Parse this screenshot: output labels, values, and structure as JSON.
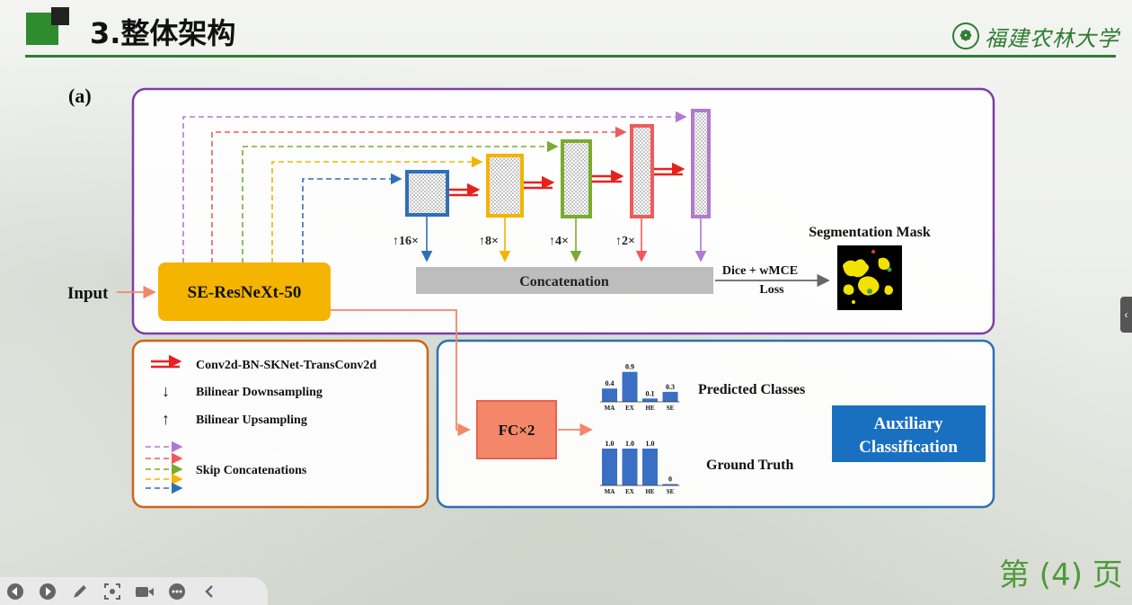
{
  "header": {
    "title": "3.整体架构",
    "university": "福建农林大学",
    "emblem_glyph": "❁",
    "accent_color": "#2e7d32"
  },
  "figure": {
    "panel_label": "(a)",
    "input_label": "Input",
    "backbone_label": "SE-ResNeXt-50",
    "concat_label": "Concatenation",
    "scale_labels": [
      "↑16×",
      "↑8×",
      "↑4×",
      "↑2×"
    ],
    "loss_line1": "Dice + wMCE",
    "loss_line2": "Loss",
    "mask_title": "Segmentation Mask",
    "legend": {
      "conv_label": "Conv2d-BN-SKNet-TransConv2d",
      "down_label": "Bilinear Downsampling",
      "up_label": "Bilinear Upsampling",
      "skip_label": "Skip Concatenations",
      "down_symbol": "↓",
      "up_symbol": "↑"
    },
    "fc_label": "FC×2",
    "predicted_label": "Predicted Classes",
    "truth_label": "Ground Truth",
    "aux_line1": "Auxiliary",
    "aux_line2": "Classification",
    "colors": {
      "purple": "#7b3fa6",
      "blue": "#2e6fb8",
      "yellow": "#f4b400",
      "green": "#7aab2f",
      "red": "#f05a5a",
      "violet": "#b07ad0",
      "orange_border": "#c8661c",
      "backbone": "#f4b400",
      "fc_fill": "#f4866a"
    }
  },
  "chart_data": [
    {
      "type": "bar",
      "categories": [
        "MA",
        "EX",
        "HE",
        "SE"
      ],
      "values": [
        0.4,
        0.9,
        0.1,
        0.3
      ],
      "labels": [
        "0.4",
        "0.9",
        "0.1",
        "0.3"
      ],
      "ylim": [
        0,
        1
      ]
    },
    {
      "type": "bar",
      "categories": [
        "MA",
        "EX",
        "HE",
        "SE"
      ],
      "values": [
        1.0,
        1.0,
        1.0,
        0
      ],
      "labels": [
        "1.0",
        "1.0",
        "1.0",
        "0"
      ],
      "ylim": [
        0,
        1
      ]
    }
  ],
  "page": {
    "label": "第 (4) 页"
  },
  "toolbar": {
    "icons": [
      "prev-icon",
      "next-icon",
      "pen-icon",
      "zoom-icon",
      "video-icon",
      "more-icon",
      "collapse-icon"
    ],
    "side_tab_glyph": "‹"
  }
}
